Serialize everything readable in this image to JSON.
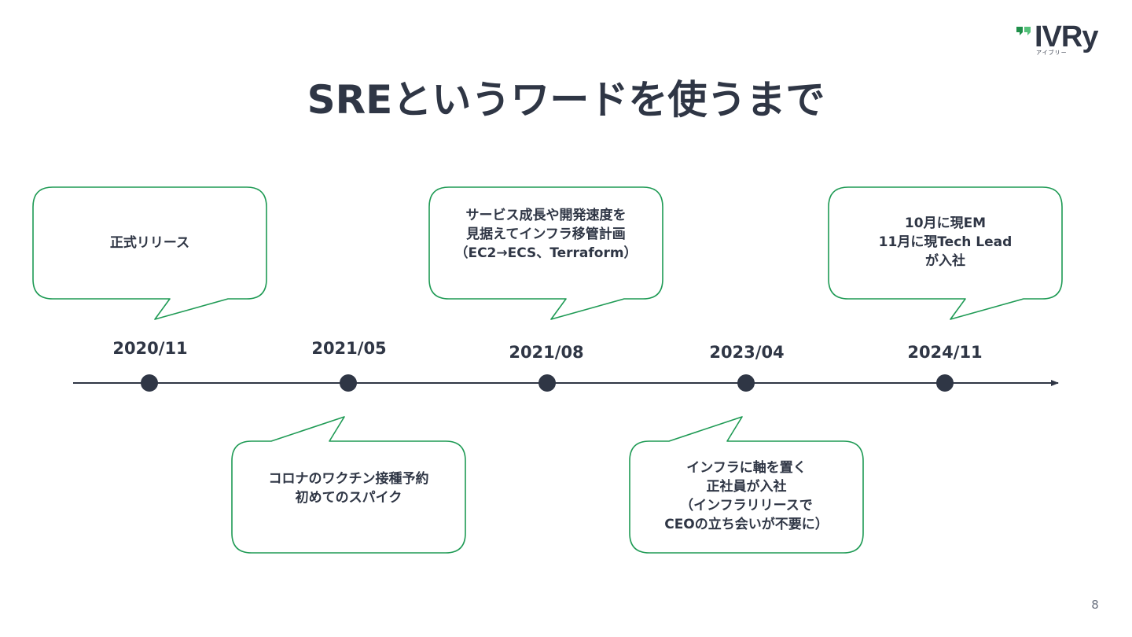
{
  "logo": {
    "wordmark": "IVRy",
    "subtitle": "アイブリー",
    "colors": {
      "mark_dark": "#1f8f4a",
      "mark_light": "#55c17a",
      "text": "#2f3645"
    }
  },
  "title": "SREというワードを使うまで",
  "colors": {
    "bubble_border": "#1e9a54",
    "text": "#2f3645",
    "line": "#2f3645"
  },
  "timeline": [
    {
      "date": "2020/11",
      "bubble_position": "above",
      "lines": [
        "正式リリース"
      ]
    },
    {
      "date": "2021/05",
      "bubble_position": "below",
      "lines": [
        "コロナのワクチン接種予約",
        "初めてのスパイク"
      ]
    },
    {
      "date": "2021/08",
      "bubble_position": "above",
      "lines": [
        "サービス成長や開発速度を",
        "見据えてインフラ移管計画",
        "（EC2→ECS、Terraform）"
      ]
    },
    {
      "date": "2023/04",
      "bubble_position": "below",
      "lines": [
        "インフラに軸を置く",
        "正社員が入社",
        "（インフラリリースで",
        "CEOの立ち会いが不要に）"
      ]
    },
    {
      "date": "2024/11",
      "bubble_position": "above",
      "lines": [
        "10月に現EM",
        "11月に現Tech Lead",
        "が入社"
      ]
    }
  ],
  "page_number": "8"
}
